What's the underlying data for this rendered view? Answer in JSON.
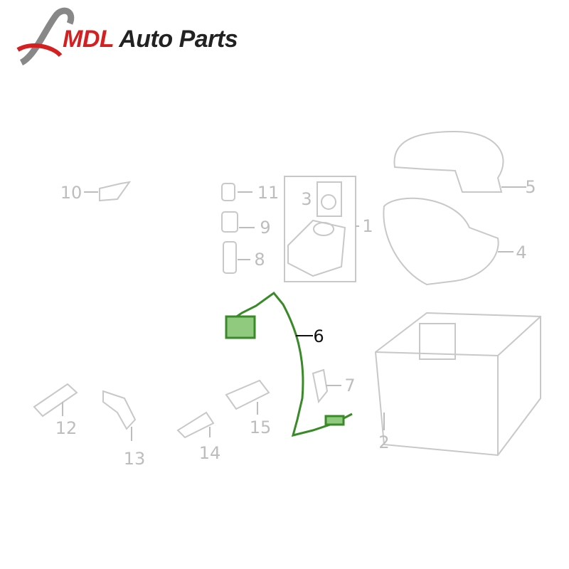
{
  "logo": {
    "brand": "MDL",
    "text": "Auto Parts"
  },
  "colors": {
    "highlight": "#3a8a2a",
    "parts": "#c8c8c8",
    "brand_red": "#d42020"
  },
  "callouts": [
    {
      "id": "10",
      "label": "10"
    },
    {
      "id": "11",
      "label": "11"
    },
    {
      "id": "9",
      "label": "9"
    },
    {
      "id": "8",
      "label": "8"
    },
    {
      "id": "3",
      "label": "3"
    },
    {
      "id": "1",
      "label": "1"
    },
    {
      "id": "5",
      "label": "5"
    },
    {
      "id": "4",
      "label": "4"
    },
    {
      "id": "6",
      "label": "6",
      "highlighted": true
    },
    {
      "id": "7",
      "label": "7"
    },
    {
      "id": "2",
      "label": "2"
    },
    {
      "id": "12",
      "label": "12"
    },
    {
      "id": "13",
      "label": "13"
    },
    {
      "id": "14",
      "label": "14"
    },
    {
      "id": "15",
      "label": "15"
    }
  ]
}
